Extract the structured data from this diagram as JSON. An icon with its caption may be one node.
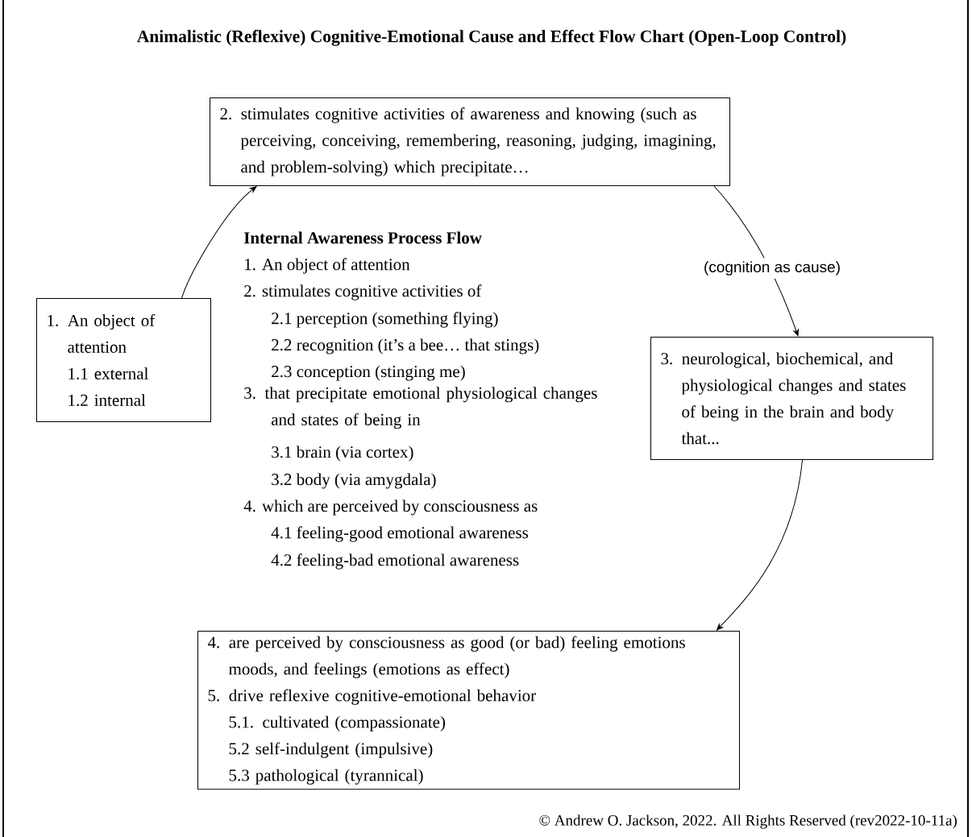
{
  "diagram": {
    "title": "Animalistic (Reflexive) Cognitive-Emotional Cause and Effect Flow Chart (Open-Loop Control)",
    "nodes": [
      {
        "text": [
          "1. An object of attention",
          "1.1 external",
          "1.2 internal"
        ]
      },
      {
        "text": [
          "2. stimulates cognitive activities of awareness and knowing (such as perceiving, conceiving, remembering, reasoning, judging, imagining, and problem-solving) which precipitate…"
        ]
      },
      {
        "text": [
          "3. neurological, biochemical, and physiological changes and states of being in the brain and body that..."
        ]
      },
      {
        "text": [
          "4. are perceived by consciousness as good (or bad) feeling emotions moods, and feelings (emotions as effect)",
          "5. drive reflexive cognitive-emotional behavior",
          "5.1. cultivated (compassionate)",
          "5.2 self-indulgent (impulsive)",
          "5.3 pathological (tyrannical)"
        ]
      }
    ],
    "edges": [
      {
        "from": 0,
        "to": 1,
        "arrow": "to"
      },
      {
        "from": 1,
        "to": 2,
        "arrow": "to",
        "label": "(cognition as cause)"
      },
      {
        "from": 2,
        "to": 3,
        "arrow": "to"
      }
    ],
    "labels": [
      "Internal Awareness Process Flow",
      "1. An object of attention",
      "2. stimulates cognitive activities of",
      "2.1 perception (something flying)",
      "2.2 recognition (it’s a bee… that stings)",
      "2.3 conception (stinging me)",
      "3. that precipitate emotional physiological changes and states of being in",
      "3.1 brain (via cortex)",
      "3.2 body (via amygdala)",
      "4. which are perceived by consciousness as",
      "4.1 feeling-good emotional awareness",
      "4.2 feeling-bad emotional awareness",
      "© Andrew O. Jackson, 2022. All Rights Reserved (rev2022-10-11a)"
    ]
  }
}
